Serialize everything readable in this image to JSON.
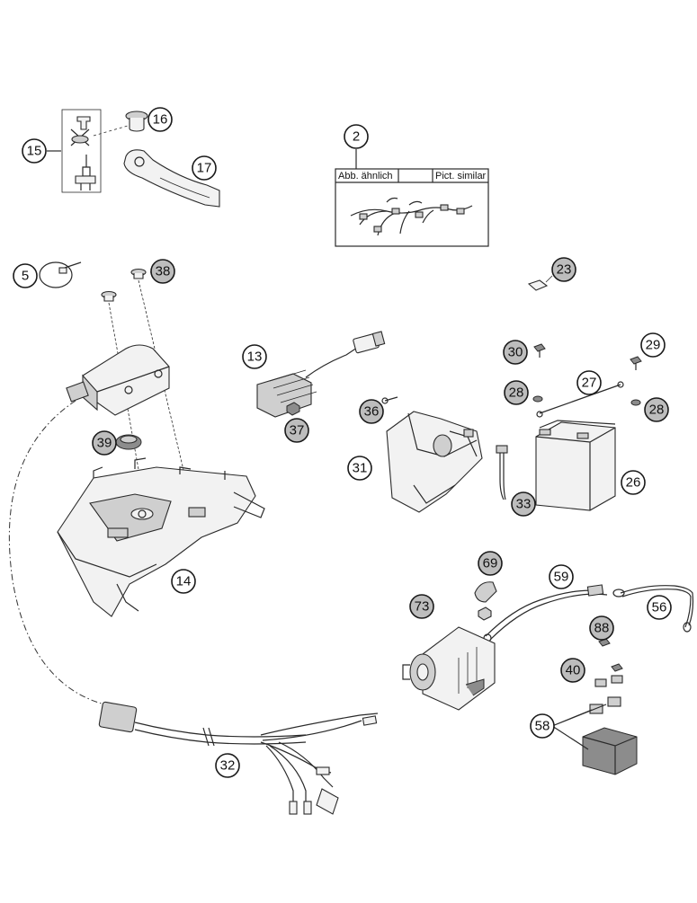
{
  "callouts": {
    "c2": "2",
    "c5": "5",
    "c13": "13",
    "c14": "14",
    "c15": "15",
    "c16": "16",
    "c17": "17",
    "c23": "23",
    "c26": "26",
    "c27": "27",
    "c28a": "28",
    "c28b": "28",
    "c29": "29",
    "c30": "30",
    "c31": "31",
    "c32": "32",
    "c33": "33",
    "c36": "36",
    "c37": "37",
    "c38": "38",
    "c39": "39",
    "c40": "40",
    "c56": "56",
    "c58": "58",
    "c59": "59",
    "c69": "69",
    "c73": "73",
    "c88": "88"
  },
  "harness_box": {
    "label_left": "Abb. ähnlich",
    "label_right": "Pict. similar"
  }
}
